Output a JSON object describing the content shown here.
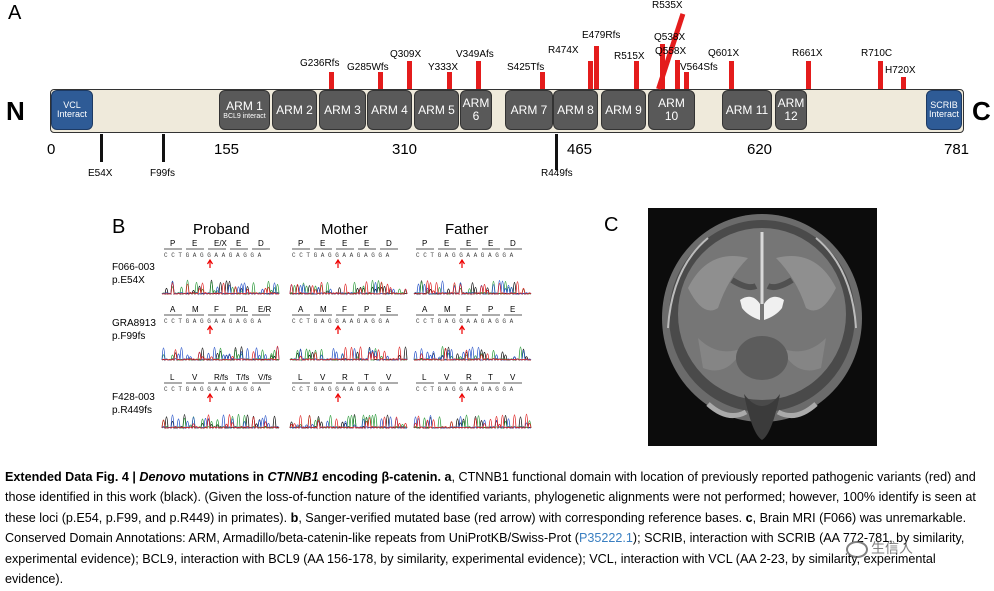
{
  "panel_a": {
    "letter": "A",
    "n_label": "N",
    "c_label": "C",
    "domains": [
      {
        "name": "VCL",
        "sub": "Interact",
        "kind": "blue"
      },
      {
        "name": "ARM 1",
        "sub": "BCL9 interact",
        "kind": "arm"
      },
      {
        "name": "ARM 2",
        "kind": "arm"
      },
      {
        "name": "ARM 3",
        "kind": "arm"
      },
      {
        "name": "ARM 4",
        "kind": "arm"
      },
      {
        "name": "ARM 5",
        "kind": "arm"
      },
      {
        "name": "ARM",
        "sub": "6",
        "kind": "arm"
      },
      {
        "name": "ARM 7",
        "kind": "arm"
      },
      {
        "name": "ARM 8",
        "kind": "arm"
      },
      {
        "name": "ARM 9",
        "kind": "arm"
      },
      {
        "name": "ARM",
        "sub": "10",
        "kind": "arm"
      },
      {
        "name": "ARM 11",
        "kind": "arm"
      },
      {
        "name": "ARM",
        "sub": "12",
        "kind": "arm"
      },
      {
        "name": "SCRIB",
        "sub": "Interact",
        "kind": "blue"
      }
    ],
    "positions": [
      "0",
      "155",
      "310",
      "465",
      "620",
      "781"
    ],
    "previous_variants": [
      "G236Rfs",
      "G285Wfs",
      "Q309X",
      "Y333X",
      "V349Afs",
      "S425Tfs",
      "R474X",
      "E479Rfs",
      "R515X",
      "R535X",
      "Q538X",
      "Q558X",
      "V564Sfs",
      "Q601X",
      "R661X",
      "R710C",
      "H720X"
    ],
    "new_variants": [
      "E54X",
      "F99fs",
      "R449fs"
    ],
    "colors": {
      "previous": "#e41c1c",
      "new": "#111111",
      "arm": "#595959",
      "interact": "#2e5b96",
      "backbone": "#efeadb"
    }
  },
  "panel_b": {
    "letter": "B",
    "columns": [
      "Proband",
      "Mother",
      "Father"
    ],
    "samples": [
      {
        "id": "F066-003",
        "variant": "p.E54X",
        "codons": [
          [
            "P",
            "E",
            "E/X",
            "E",
            "D"
          ],
          [
            "P",
            "E",
            "E",
            "E",
            "D"
          ],
          [
            "P",
            "E",
            "E",
            "E",
            "D"
          ]
        ]
      },
      {
        "id": "GRA8913",
        "variant": "p.F99fs",
        "codons": [
          [
            "A",
            "M",
            "F",
            "P/L",
            "E/R"
          ],
          [
            "A",
            "M",
            "F",
            "P",
            "E"
          ],
          [
            "A",
            "M",
            "F",
            "P",
            "E"
          ]
        ]
      },
      {
        "id": "F428-003",
        "variant": "p.R449fs",
        "codons": [
          [
            "L",
            "V",
            "R/fs",
            "T/fs",
            "V/fs"
          ],
          [
            "L",
            "V",
            "R",
            "T",
            "V"
          ],
          [
            "L",
            "V",
            "R",
            "T",
            "V"
          ]
        ]
      }
    ]
  },
  "panel_c": {
    "letter": "C"
  },
  "caption": {
    "fig": "Extended Data Fig. 4 |",
    "title_italic": "Denovo",
    "title_mid": " mutations in ",
    "gene_italic": "CTNNB1",
    "title_end": " encoding β-catenin.",
    "a_label": " a",
    "a_text": ", CTNNB1 functional domain with location of previously reported pathogenic variants (red) and those identified in this work (black). (Given the loss-of-function nature of the identified variants, phylogenetic alignments were not performed; however, 100% identify is seen at these loci (p.E54, p.F99, and p.R449) in primates).",
    "b_label": " b",
    "b_text": ", Sanger-verified mutated base (red arrow) with corresponding reference bases.",
    "c_label": " c",
    "c_text_1": ", Brain MRI (F066) was unremarkable. Conserved Domain Annotations: ARM, Armadillo/beta-catenin-like repeats from UniProtKB/Swiss-Prot (",
    "accession": "P35222.1",
    "c_text_2": "); SCRIB, interaction with SCRIB (AA 772-781, by similarity, experimental evidence); BCL9, interaction with BCL9 (AA 156-178, by similarity, experimental evidence); VCL, interaction with VCL (AA 2-23, by similarity, experimental evidence)."
  },
  "watermark": "生信人"
}
